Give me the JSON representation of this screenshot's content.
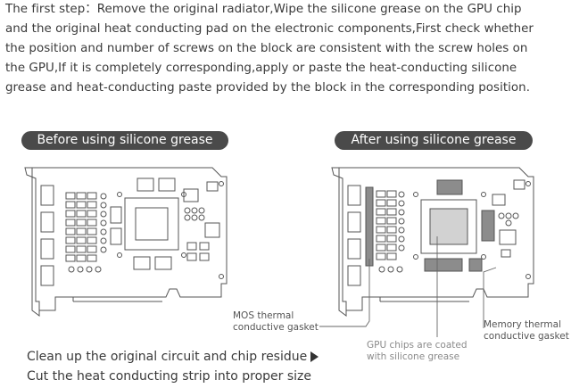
{
  "intro": {
    "lines": [
      "The first step：Remove the original radiator,Wipe the silicone grease on the GPU chip",
      "and the original heat conducting pad on the electronic components,First check whether",
      "the position and number of screws on the block are consistent with the screw holes on",
      "the GPU,If it is completely corresponding,apply or paste the heat-conducting silicone",
      "grease and heat-conducting paste provided by the block in the corresponding position."
    ]
  },
  "panels": {
    "before_label": "Before using silicone grease",
    "after_label": "After using silicone grease"
  },
  "annotations": {
    "mos_line1": "MOS thermal",
    "mos_line2": "conductive gasket",
    "gpu_line1": "GPU chips are coated",
    "gpu_line2": "with silicone grease",
    "mem_line1": "Memory thermal",
    "mem_line2": "conductive gasket"
  },
  "steps": {
    "step1": "Clean up the original circuit and chip residue",
    "step2": "Cut the heat conducting strip into proper size"
  },
  "colors": {
    "pill_bg": "#4a4a4a",
    "board_line": "#555555",
    "gasket_gray": "#8c8c8c",
    "grease_gray": "#d2d2d2"
  }
}
